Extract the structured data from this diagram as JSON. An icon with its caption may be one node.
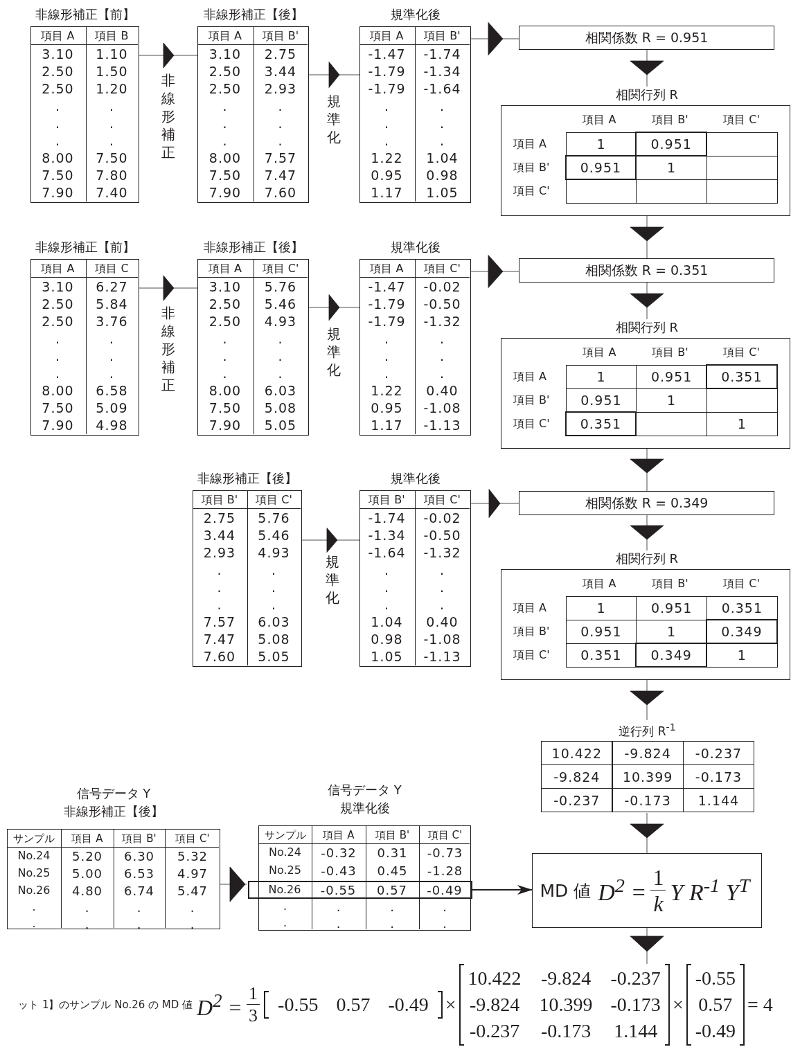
{
  "diagram": {
    "nodes": [
      {
        "text": [
          "非線形補正【前】",
          "項目 A",
          "項目 B",
          "3.10",
          "1.10",
          "2.50",
          "1.50",
          "2.50",
          "1.20",
          ".",
          ".",
          ".",
          ".",
          ".",
          ".",
          "8.00",
          "7.50",
          "7.50",
          "7.80",
          "7.90",
          "7.40"
        ]
      },
      {
        "text": [
          "非線形補正【後】",
          "項目 A",
          "項目 B'",
          "3.10",
          "2.75",
          "2.50",
          "3.44",
          "2.50",
          "2.93",
          ".",
          ".",
          ".",
          ".",
          ".",
          ".",
          "8.00",
          "7.57",
          "7.50",
          "7.47",
          "7.90",
          "7.60"
        ]
      },
      {
        "text": [
          "規準化後",
          "項目 A",
          "項目 B'",
          "-1.47",
          "-1.74",
          "-1.79",
          "-1.34",
          "-1.79",
          "-1.64",
          ".",
          ".",
          ".",
          ".",
          ".",
          ".",
          "1.22",
          "1.04",
          "0.95",
          "0.98",
          "1.17",
          "1.05"
        ]
      },
      {
        "text": [
          "相関係数 R = 0.951"
        ]
      },
      {
        "text": [
          "相関行列 R",
          "項目 A",
          "項目 B'",
          "項目 C'",
          "項目 A",
          "1",
          "0.951",
          "項目 B'",
          "0.951",
          "1",
          "項目 C'"
        ]
      },
      {
        "text": [
          "非線形補正【前】",
          "項目 A",
          "項目 C",
          "3.10",
          "6.27",
          "2.50",
          "5.84",
          "2.50",
          "3.76",
          ".",
          ".",
          ".",
          ".",
          ".",
          ".",
          "8.00",
          "6.58",
          "7.50",
          "5.09",
          "7.90",
          "4.98"
        ]
      },
      {
        "text": [
          "非線形補正【後】",
          "項目 A",
          "項目 C'",
          "3.10",
          "5.76",
          "2.50",
          "5.46",
          "2.50",
          "4.93",
          ".",
          ".",
          ".",
          ".",
          ".",
          ".",
          "8.00",
          "6.03",
          "7.50",
          "5.08",
          "7.90",
          "5.05"
        ]
      },
      {
        "text": [
          "規準化後",
          "項目 A",
          "項目 C'",
          "-1.47",
          "-0.02",
          "-1.79",
          "-0.50",
          "-1.79",
          "-1.32",
          ".",
          ".",
          ".",
          ".",
          ".",
          ".",
          "1.22",
          "0.40",
          "0.95",
          "-1.08",
          "1.17",
          "-1.13"
        ]
      },
      {
        "text": [
          "相関係数 R = 0.351"
        ]
      },
      {
        "text": [
          "相関行列 R",
          "項目 A",
          "項目 B'",
          "項目 C'",
          "項目 A",
          "1",
          "0.951",
          "0.351",
          "項目 B'",
          "0.951",
          "1",
          "項目 C'",
          "0.351",
          "1"
        ]
      },
      {
        "text": [
          "非線形補正【後】",
          "項目 B'",
          "項目 C'",
          "2.75",
          "5.76",
          "3.44",
          "5.46",
          "2.93",
          "4.93",
          ".",
          ".",
          ".",
          ".",
          ".",
          ".",
          "7.57",
          "6.03",
          "7.47",
          "5.08",
          "7.60",
          "5.05"
        ]
      },
      {
        "text": [
          "規準化後",
          "項目 B'",
          "項目 C'",
          "-1.74",
          "-0.02",
          "-1.34",
          "-0.50",
          "-1.64",
          "-1.32",
          ".",
          ".",
          ".",
          ".",
          ".",
          ".",
          "1.04",
          "0.40",
          "0.98",
          "-1.08",
          "1.05",
          "-1.13"
        ]
      },
      {
        "text": [
          "相関係数 R = 0.349"
        ]
      },
      {
        "text": [
          "相関行列 R",
          "項目 A",
          "項目 B'",
          "項目 C'",
          "項目 A",
          "1",
          "0.951",
          "0.351",
          "項目 B'",
          "0.951",
          "1",
          "0.349",
          "項目 C'",
          "0.351",
          "0.349",
          "1"
        ]
      },
      {
        "text": [
          "逆行列 R$^{-1}$",
          "10.422",
          "-9.824",
          "-0.237",
          "-9.824",
          "10.399",
          "-0.173",
          "-0.237",
          "-0.173",
          "1.144"
        ]
      },
      {
        "text": [
          "信号データ Y",
          "非線形補正【後】",
          "サンプル",
          "項目 A",
          "項目 B'",
          "項目 C'",
          "No.24",
          "5.20",
          "6.30",
          "5.32",
          "No.25",
          "5.00",
          "6.53",
          "4.97",
          "No.26",
          "4.80",
          "6.74",
          "5.47",
          ".",
          ".",
          ".",
          ".",
          ".",
          ".",
          ".",
          "."
        ]
      },
      {
        "text": [
          "信号データ Y",
          "規準化後",
          "サンプル",
          "項目 A",
          "項目 B'",
          "項目 C'",
          "No.24",
          "-0.32",
          "0.31",
          "-0.73",
          "No.25",
          "-0.43",
          "0.45",
          "-1.28",
          ".",
          ".",
          ".",
          ".",
          ".",
          ".",
          ".",
          "."
        ]
      },
      {
        "text": [
          "No.26",
          "-0.55",
          "0.57",
          "-0.49"
        ],
        "in": 16
      },
      {
        "text": [
          "MD 値",
          "D$^{2}$ =",
          "1",
          "k",
          "Y R$^{-1}$ Y$^{T}$"
        ]
      },
      {
        "text": [
          "ット 1】のサンプル No.26 の MD 値",
          "D$^{2}$ =",
          "1",
          "3",
          "-0.55",
          "0.57",
          "-0.49",
          "×",
          "10.422",
          "-9.824",
          "-0.237",
          "-9.824",
          "10.399",
          "-0.173",
          "-0.237",
          "-0.173",
          "1.144",
          "×",
          "-0.55",
          "0.57",
          "-0.49",
          "= 4"
        ]
      }
    ],
    "edges": [
      {
        "from": 0,
        "to": 1,
        "arrow": "to",
        "label": "非線形補正"
      },
      {
        "from": 1,
        "to": 2,
        "arrow": "to",
        "label": "規準化"
      },
      {
        "from": 2,
        "to": 3,
        "arrow": "to"
      },
      {
        "from": 3,
        "to": 4,
        "arrow": "to"
      },
      {
        "from": 4,
        "to": 8,
        "arrow": "to"
      },
      {
        "from": 5,
        "to": 6,
        "arrow": "to",
        "label": "非線形補正"
      },
      {
        "from": 6,
        "to": 7,
        "arrow": "to",
        "label": "規準化"
      },
      {
        "from": 7,
        "to": 8,
        "arrow": "to"
      },
      {
        "from": 8,
        "to": 9,
        "arrow": "to"
      },
      {
        "from": 9,
        "to": 12,
        "arrow": "to"
      },
      {
        "from": 10,
        "to": 11,
        "arrow": "to",
        "label": "規準化"
      },
      {
        "from": 11,
        "to": 12,
        "arrow": "to"
      },
      {
        "from": 12,
        "to": 13,
        "arrow": "to"
      },
      {
        "from": 13,
        "to": 14,
        "arrow": "to"
      },
      {
        "from": 14,
        "to": 18,
        "arrow": "to"
      },
      {
        "from": 15,
        "to": 16,
        "arrow": "to"
      },
      {
        "from": 17,
        "to": 18,
        "arrow": "to"
      },
      {
        "from": 18,
        "to": 19,
        "arrow": "to"
      }
    ]
  }
}
